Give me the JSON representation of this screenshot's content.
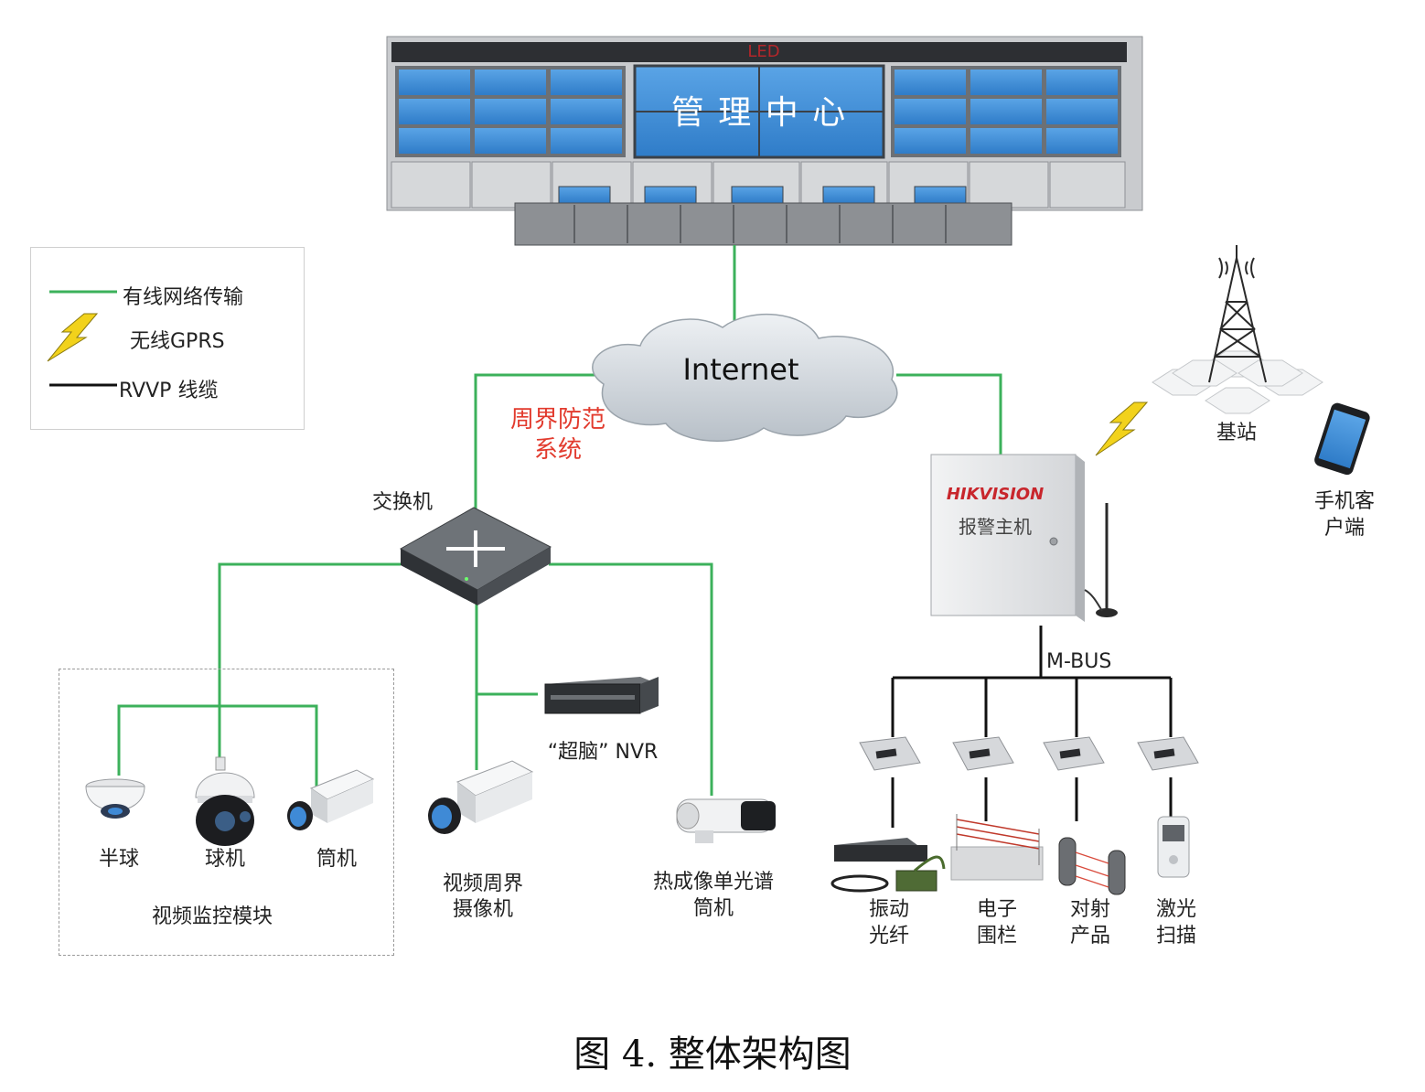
{
  "header": {
    "led_text": "LED",
    "center_sign": "管 理 中 心"
  },
  "legend": {
    "items": [
      {
        "label": "有线网络传输",
        "color": "#3cb15b"
      },
      {
        "label": "无线GPRS",
        "color": "#f2d21b"
      },
      {
        "label": "RVVP 线缆",
        "color": "#111111"
      }
    ]
  },
  "cloud": {
    "label": "Internet"
  },
  "system_label": {
    "line1": "周界防范",
    "line2": "系统"
  },
  "switch": {
    "label": "交换机"
  },
  "alarm_host": {
    "brand": "HIKVISION",
    "label": "报警主机",
    "bus_label": "M-BUS"
  },
  "base_station": {
    "label": "基站"
  },
  "phone": {
    "line1": "手机客",
    "line2": "户端"
  },
  "video_module": {
    "title": "视频监控模块",
    "cameras": [
      {
        "label": "半球"
      },
      {
        "label": "球机"
      },
      {
        "label": "筒机"
      }
    ]
  },
  "perimeter_camera": {
    "line1": "视频周界",
    "line2": "摄像机"
  },
  "nvr": {
    "label": "“超脑” NVR"
  },
  "thermal_camera": {
    "line1": "热成像单光谱",
    "line2": "筒机"
  },
  "detectors": [
    {
      "line1": "振动",
      "line2": "光纤"
    },
    {
      "line1": "电子",
      "line2": "围栏"
    },
    {
      "line1": "对射",
      "line2": "产品"
    },
    {
      "line1": "激光",
      "line2": "扫描"
    }
  ],
  "caption": "图 4. 整体架构图",
  "colors": {
    "wired": "#3cb15b",
    "rvvp": "#111111",
    "gprs": "#f2d21b",
    "accent_red": "#e23b2e"
  }
}
